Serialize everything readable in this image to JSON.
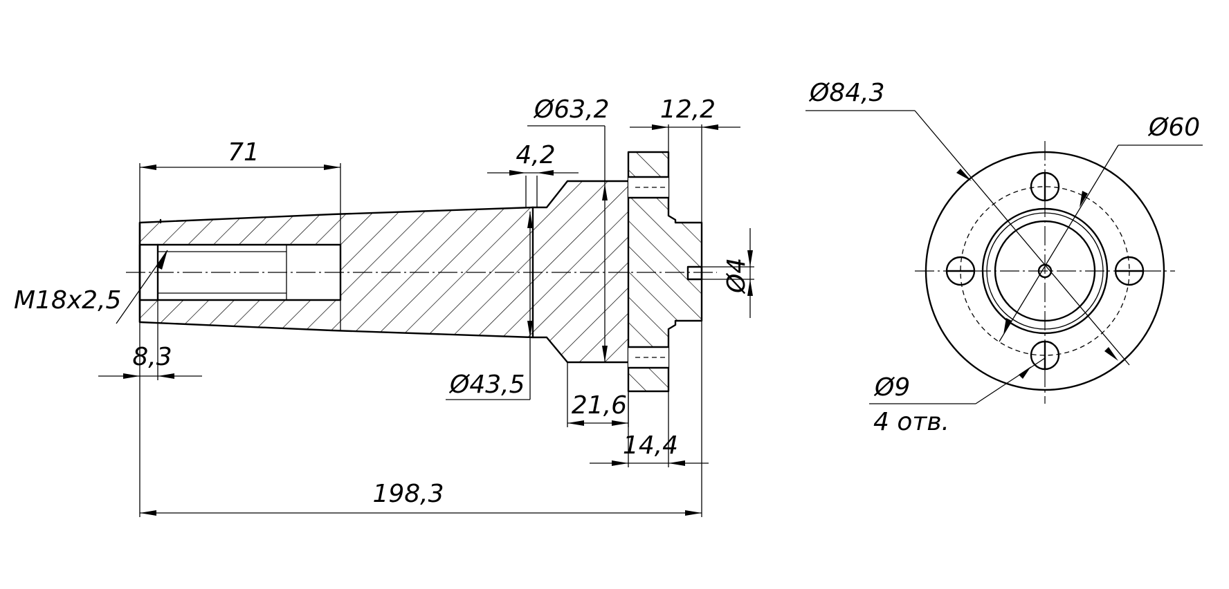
{
  "colors": {
    "line": "#000000",
    "background": "#ffffff"
  },
  "side_view": {
    "dimensions": {
      "length_total": "198,3",
      "length_thread_bore": "71",
      "thread_designation": "M18x2,5",
      "counterbore_depth": "8,3",
      "cone_step_length": "4,2",
      "diameter_body": "Ø43,5",
      "diameter_flange_hub": "Ø63,2",
      "length_hub": "21,6",
      "flange_thickness": "12,2",
      "flange_offset": "14,4",
      "pin_diameter": "Ø4"
    }
  },
  "end_view": {
    "dimensions": {
      "diameter_outer": "Ø84,3",
      "diameter_bolt_circle": "Ø60",
      "hole_diameter": "Ø9",
      "hole_count": "4 отв."
    }
  }
}
